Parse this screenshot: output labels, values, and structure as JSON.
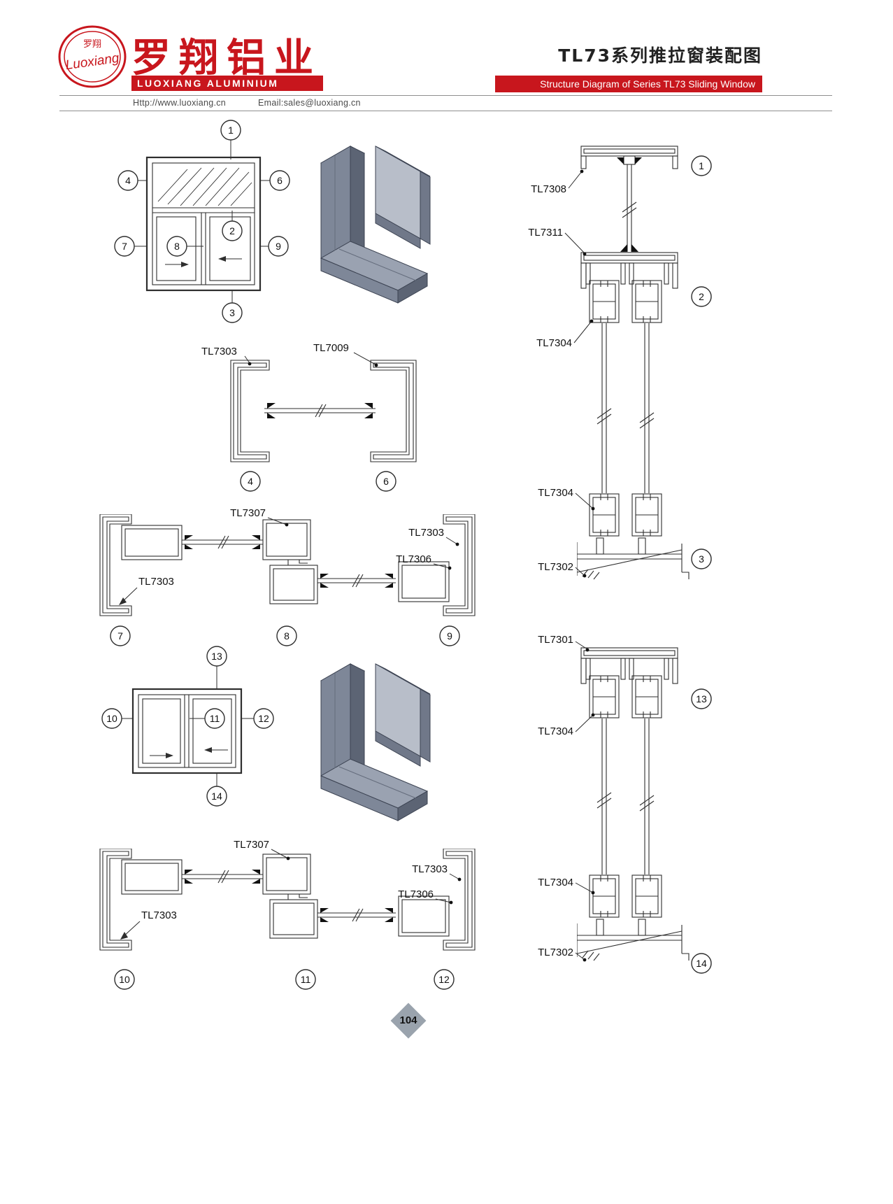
{
  "header": {
    "logo_cn": "罗翔",
    "logo_en": "Luoxiang",
    "brand_cn": "罗翔铝业",
    "brand_en": "LUOXIANG ALUMINIUM",
    "title_cn": "TL73系列推拉窗装配图",
    "title_en": "Structure Diagram of Series TL73 Sliding Window",
    "website": "Http://www.luoxiang.cn",
    "email": "Email:sales@luoxiang.cn"
  },
  "colors": {
    "brand_red": "#c8161d",
    "line": "#2e2e2e",
    "iso_light": "#9aa2b1",
    "iso_mid": "#7e8798",
    "iso_dark": "#5c6474",
    "glass": "#b8bec9",
    "diamond_gray": "#9aa3ad"
  },
  "elev1": {
    "c1": "1",
    "c2": "2",
    "c3": "3",
    "c4": "4",
    "c6": "6",
    "c7": "7",
    "c8": "8",
    "c9": "9"
  },
  "vsec1": {
    "l_tl7308": "TL7308",
    "l_tl7311": "TL7311",
    "l_tl7304a": "TL7304",
    "l_tl7304b": "TL7304",
    "l_tl7302": "TL7302",
    "c1": "1",
    "c2": "2",
    "c3": "3"
  },
  "msec": {
    "l_tl7303": "TL7303",
    "l_tl7009": "TL7009",
    "c4": "4",
    "c6": "6"
  },
  "hsec1": {
    "l_tl7307": "TL7307",
    "l_tl7303r": "TL7303",
    "l_tl7306": "TL7306",
    "l_tl7303l": "TL7303",
    "c7": "7",
    "c8": "8",
    "c9": "9"
  },
  "elev2": {
    "c10": "10",
    "c11": "11",
    "c12": "12",
    "c13": "13",
    "c14": "14"
  },
  "vsec2": {
    "l_tl7301": "TL7301",
    "l_tl7304a": "TL7304",
    "l_tl7304b": "TL7304",
    "l_tl7302": "TL7302",
    "c13": "13",
    "c14": "14"
  },
  "hsec2": {
    "l_tl7307": "TL7307",
    "l_tl7303r": "TL7303",
    "l_tl7306": "TL7306",
    "l_tl7303l": "TL7303",
    "c10": "10",
    "c11": "11",
    "c12": "12"
  },
  "footer": {
    "page": "104"
  }
}
